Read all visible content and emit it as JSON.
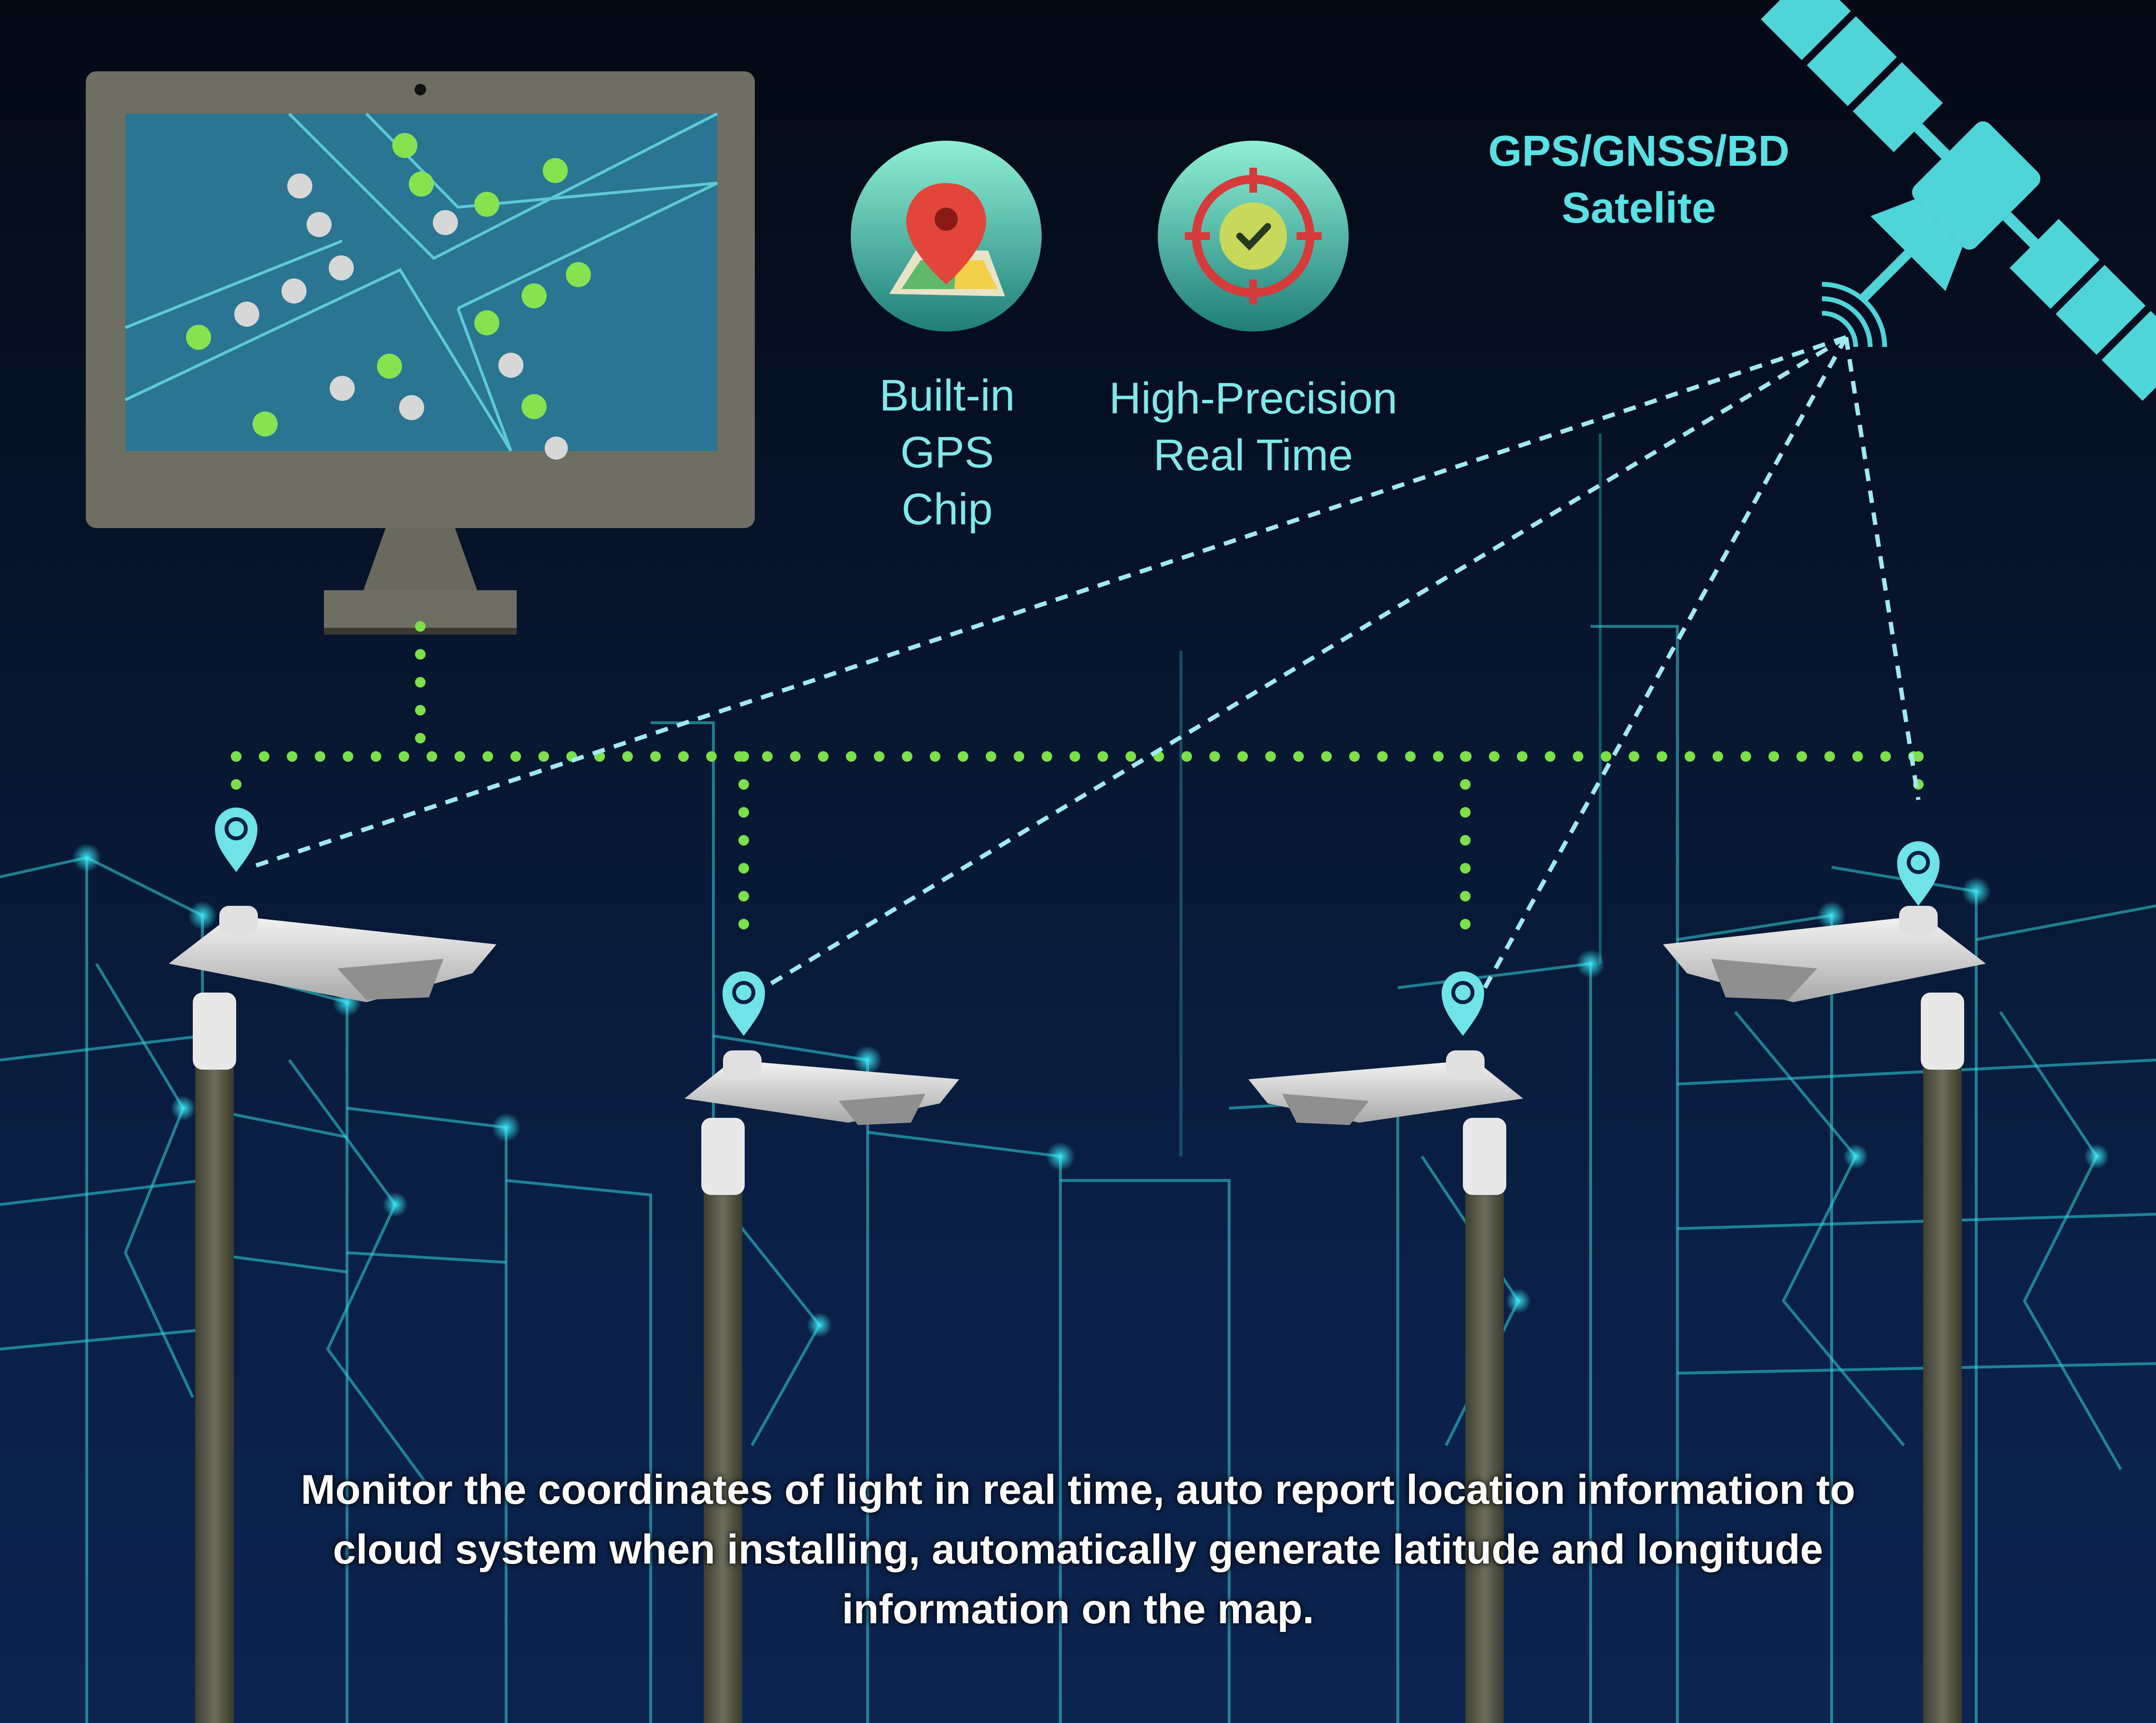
{
  "satellite": {
    "label_line1": "GPS/GNSS/BD",
    "label_line2": "Satelite",
    "icon": "satellite-icon"
  },
  "features": [
    {
      "label_lines": [
        "Built-in",
        "GPS",
        "Chip"
      ],
      "icon": "map-pin-icon"
    },
    {
      "label_lines": [
        "High-Precision",
        "Real Time"
      ],
      "icon": "target-icon"
    }
  ],
  "monitor": {
    "icon": "monitor-icon"
  },
  "street_lights": {
    "count": 4,
    "icon": "location-pin-icon"
  },
  "caption": {
    "line1": "Monitor the coordinates of light in real time, auto report location information to",
    "line2": "cloud system when installing, automatically generate latitude and longitude",
    "line3": "information on the map."
  },
  "colors": {
    "satellite_cyan": "#4fd4d8",
    "network_green": "#7be04a",
    "signal_dash": "#9feaf0",
    "label_cyan": "#7fe9e8",
    "monitor_bezel": "#6f6e62",
    "map_background": "#2a7592",
    "pole": "#5a5a4c",
    "background_dark": "#07142c"
  }
}
